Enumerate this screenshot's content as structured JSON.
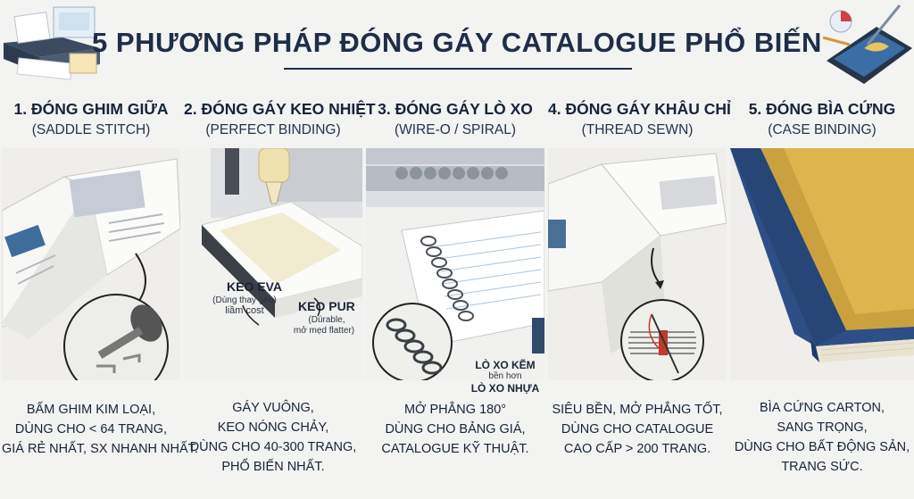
{
  "title": "5 PHƯƠNG PHÁP ĐÓNG GÁY CATALOGUE PHỔ BIẾN",
  "methods": [
    {
      "name": "1. ĐÓNG GHIM GIỮA",
      "subtitle": "(SADDLE STITCH)",
      "description": [
        "BẤM GHIM KIM LOẠI,",
        "DÙNG CHO < 64 TRANG,",
        "GIÁ RẺ NHẤT, SX NHANH NHẤT."
      ]
    },
    {
      "name": "2. ĐÓNG GÁY KEO NHIỆT",
      "subtitle": "(PERFECT BINDING)",
      "description": [
        "GÁY VUÔNG,",
        "KEO NÓNG CHẢY,",
        "DÙNG CHO 40-300 TRANG,",
        "PHỔ BIẾN NHẤT."
      ],
      "labels": {
        "eva": "KEO EVA",
        "eva_note_1": "(Dùng thay geo)",
        "eva_note_2": "liầm cost",
        "pur": "KEO PUR",
        "pur_note_1": "(Dúrable,",
        "pur_note_2": "mở mẹd flatter)"
      }
    },
    {
      "name": "3. ĐÓNG GÁY LÒ XO",
      "subtitle": "(WIRE-O / SPIRAL)",
      "description": [
        "MỞ PHẲNG 180°",
        "DÙNG CHO BẢNG GIÁ,",
        "CATALOGUE KỸ THUẬT."
      ],
      "labels": {
        "line1": "LÒ XO KẼM",
        "line2": "bền hơn",
        "line3": "LÒ XO NHỰA"
      }
    },
    {
      "name": "4. ĐÓNG GÁY KHÂU CHỈ",
      "subtitle": "(THREAD SEWN)",
      "description": [
        "SIÊU BỀN, MỞ PHẲNG TỐT,",
        "DÙNG CHO CATALOGUE",
        "CAO CẤP > 200 TRANG."
      ]
    },
    {
      "name": "5. ĐÓNG BÌA CỨNG",
      "subtitle": "(CASE BINDING)",
      "description": [
        "BÌA CỨNG CARTON,",
        "SANG TRỌNG,",
        "DÙNG CHO BẤT ĐỘNG SẢN,",
        "TRANG SỨC."
      ]
    }
  ]
}
